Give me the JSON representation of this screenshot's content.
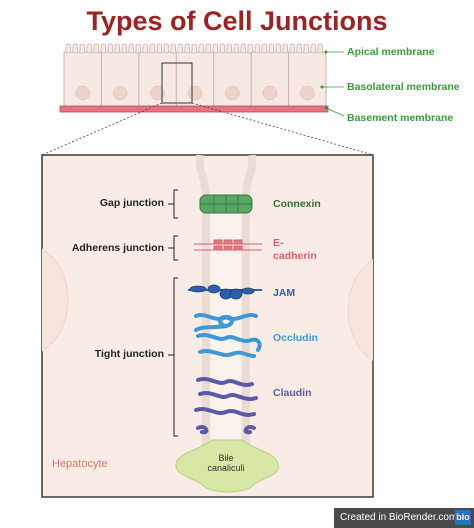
{
  "title": "Types of Cell Junctions",
  "membranes": {
    "apical": "Apical membrane",
    "basolateral": "Basolateral membrane",
    "basement": "Basement membrane"
  },
  "junctions": {
    "gap": "Gap junction",
    "adherens": "Adherens junction",
    "tight": "Tight junction"
  },
  "proteins": {
    "connexin": "Connexin",
    "ecadherin_line1": "E-",
    "ecadherin_line2": "cadherin",
    "jam": "JAM",
    "occludin": "Occludin",
    "claudin": "Claudin"
  },
  "cell_label": "Hepatocyte",
  "bile": {
    "line1": "Bile",
    "line2": "canaliculi"
  },
  "footer": {
    "text": "Created in BioRender.com",
    "logo": "bio"
  },
  "colors": {
    "title": "#9b2323",
    "membrane_label": "#3b9a3b",
    "connexin": "#3a8a48",
    "ecadherin": "#d9606a",
    "jam": "#2f5ea8",
    "occludin": "#3d98d6",
    "claudin": "#5c5aa8",
    "cell_fill": "#f8ebe5",
    "basement": "#e8707f",
    "bile": "#d6e7a6"
  }
}
